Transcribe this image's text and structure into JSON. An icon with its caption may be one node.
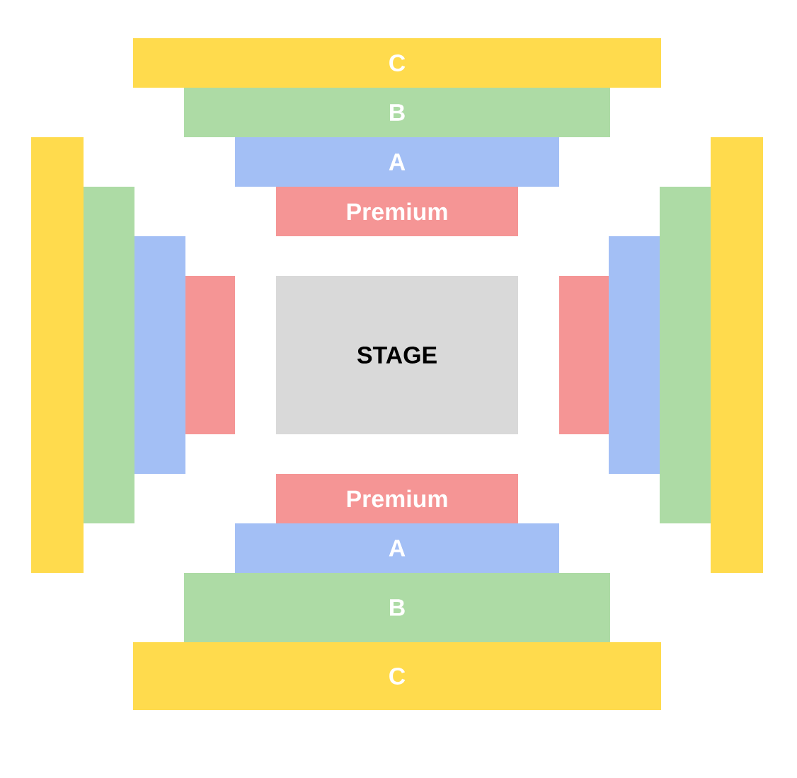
{
  "diagram": {
    "nodes": [
      {
        "text": [
          "C"
        ]
      },
      {
        "text": [
          "B"
        ]
      },
      {
        "text": [
          "A"
        ]
      },
      {
        "text": [
          "Premium"
        ]
      },
      {
        "text": [],
        "shape": "bar"
      },
      {
        "text": [],
        "shape": "bar"
      },
      {
        "text": [],
        "shape": "bar"
      },
      {
        "text": [],
        "shape": "bar"
      },
      {
        "text": [
          "STAGE"
        ]
      },
      {
        "text": [],
        "shape": "bar"
      },
      {
        "text": [],
        "shape": "bar"
      },
      {
        "text": [],
        "shape": "bar"
      },
      {
        "text": [],
        "shape": "bar"
      },
      {
        "text": [
          "Premium"
        ]
      },
      {
        "text": [
          "A"
        ]
      },
      {
        "text": [
          "B"
        ]
      },
      {
        "text": [
          "C"
        ]
      }
    ]
  }
}
